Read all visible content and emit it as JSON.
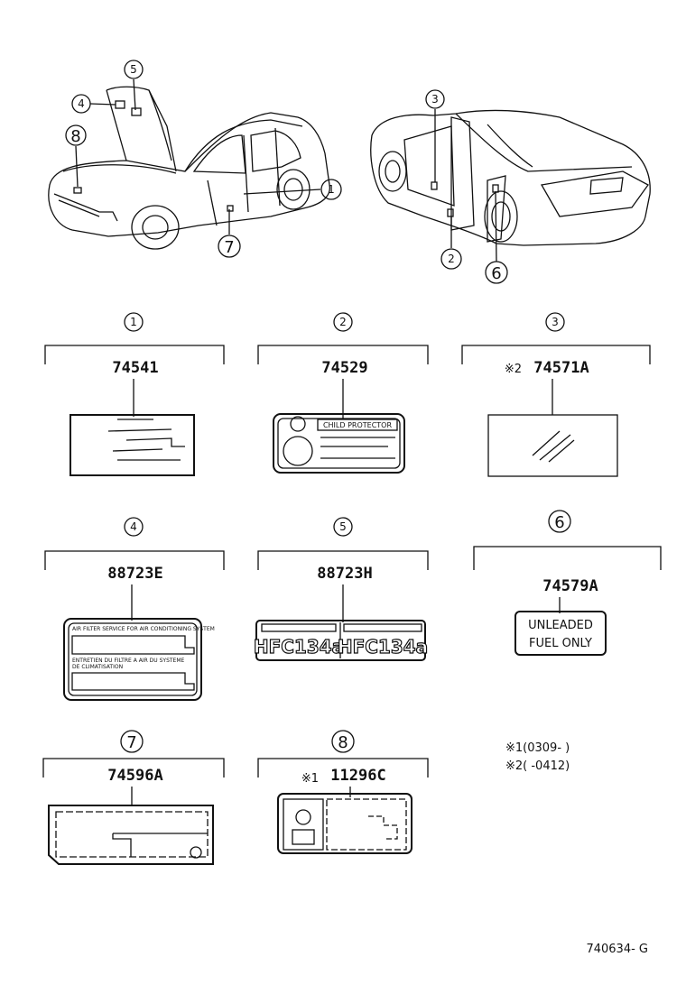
{
  "callouts": [
    "1",
    "2",
    "3",
    "4",
    "5",
    "6",
    "7",
    "8"
  ],
  "parts": [
    {
      "ref": "1",
      "number": "74541",
      "prefix": ""
    },
    {
      "ref": "2",
      "number": "74529",
      "prefix": ""
    },
    {
      "ref": "3",
      "number": "74571A",
      "prefix": "※2"
    },
    {
      "ref": "4",
      "number": "88723E",
      "prefix": ""
    },
    {
      "ref": "5",
      "number": "88723H",
      "prefix": ""
    },
    {
      "ref": "6",
      "number": "74579A",
      "prefix": ""
    },
    {
      "ref": "7",
      "number": "74596A",
      "prefix": ""
    },
    {
      "ref": "8",
      "number": "11296C",
      "prefix": "※1"
    }
  ],
  "labels": {
    "child_protector": "CHILD PROTECTOR",
    "fuel_line1": "UNLEADED",
    "fuel_line2": "FUEL  ONLY",
    "hfc": "HFC134a",
    "ac_en": "AIR FILTER SERVICE FOR AIR CONDITIONING SYSTEM",
    "ac_fr_1": "ENTRETIEN DU FILTRE A AIR DU SYSTEME",
    "ac_fr_2": "DE CLIMATISATION"
  },
  "notes": [
    "※1(0309-      )",
    "※2(       -0412)"
  ],
  "footer": "740634- G",
  "colors": {
    "ink": "#111111",
    "paper": "#ffffff"
  }
}
